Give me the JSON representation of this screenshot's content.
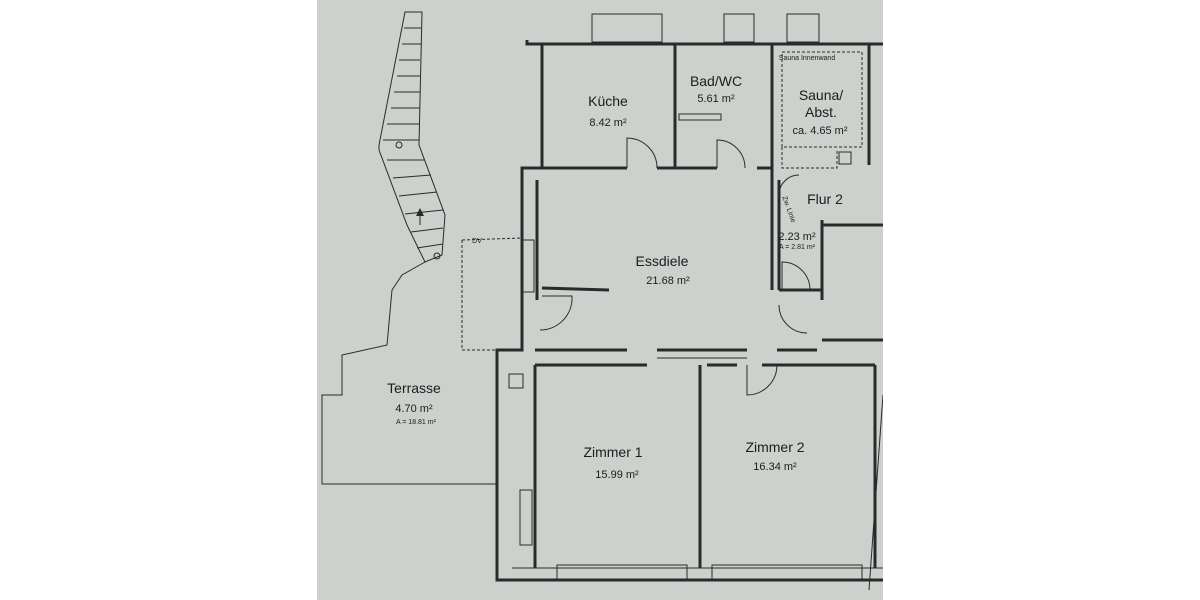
{
  "rooms": {
    "kueche": {
      "name": "Küche",
      "area": "8.42 m²"
    },
    "bad": {
      "name": "Bad/WC",
      "area": "5.61 m²"
    },
    "sauna": {
      "note": "Sauna Innenwand",
      "name_line1": "Sauna/",
      "name_line2": "Abst.",
      "area": "ca. 4.65 m²"
    },
    "flur2": {
      "name": "Flur 2",
      "area": "2.23 m²",
      "sub": "A = 2.81 m²",
      "side_note": "Zw. Linie"
    },
    "essdiele": {
      "name": "Essdiele",
      "area": "21.68 m²"
    },
    "terrasse": {
      "name": "Terrasse",
      "area": "4.70 m²",
      "sub": "A = 18.81 m²"
    },
    "zimmer1": {
      "name": "Zimmer 1",
      "area": "15.99 m²"
    },
    "zimmer2": {
      "name": "Zimmer 2",
      "area": "16.34 m²"
    }
  },
  "marks": {
    "dv": "DV"
  },
  "colors": {
    "paper": "#cfd3cf",
    "line": "#2a2a2a",
    "fill_room": "#d4d7d2"
  }
}
